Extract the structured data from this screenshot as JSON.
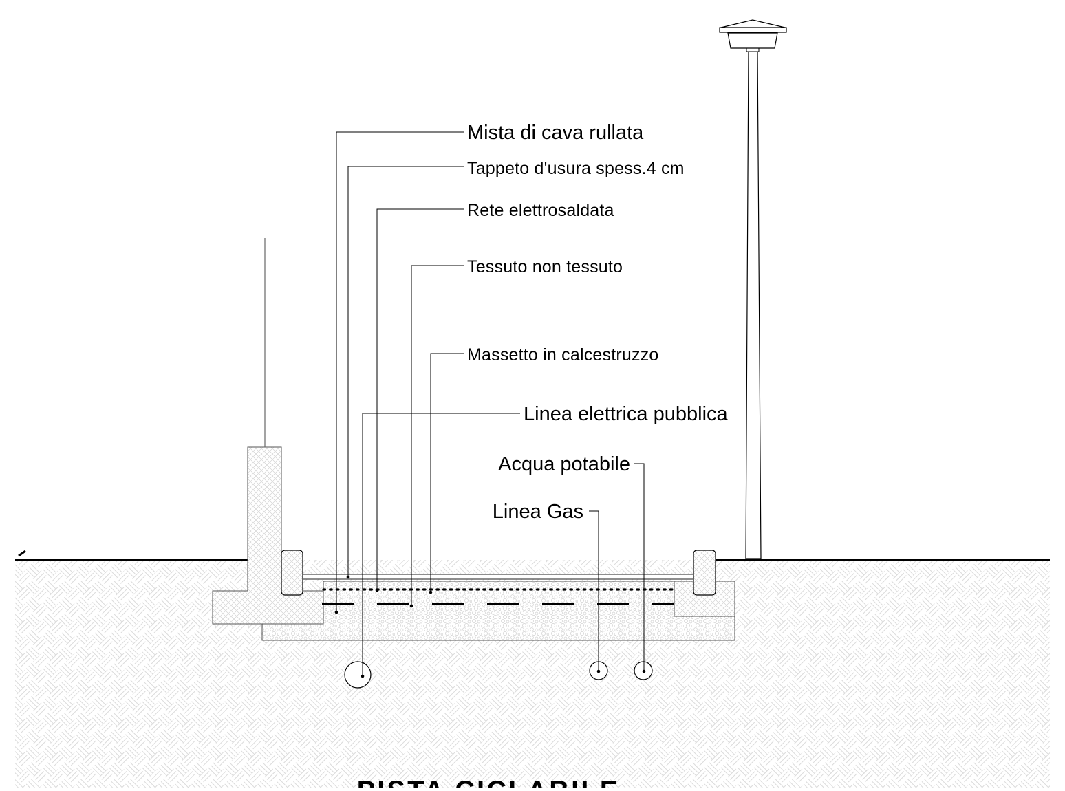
{
  "diagram": {
    "title": "PISTA CICLABILE",
    "labels": {
      "mista_di_cava": "Mista di cava rullata",
      "tappeto_usura": "Tappeto d'usura spess.4 cm",
      "rete_elettrosaldata": "Rete elettrosaldata",
      "tessuto_non_tessuto": "Tessuto non tessuto",
      "massetto": "Massetto in calcestruzzo",
      "linea_elettrica": "Linea elettrica pubblica",
      "acqua_potabile": "Acqua potabile",
      "linea_gas": "Linea Gas"
    },
    "colors": {
      "line": "#000000",
      "hatch": "#d9d9d9",
      "concrete": "#cfcfcf",
      "background": "#ffffff"
    }
  }
}
